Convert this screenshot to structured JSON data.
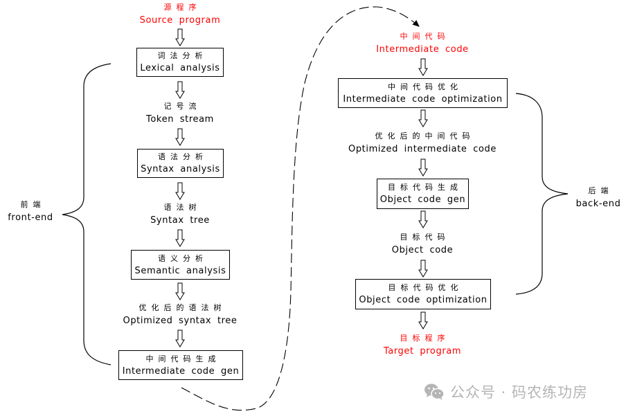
{
  "diagram": {
    "title": "Compiler phases: front-end and back-end",
    "colors": {
      "source_target": "#ff0000",
      "stroke": "#000000",
      "watermark": "#b5b5b5"
    },
    "front_end": {
      "source": {
        "zh": "源程序",
        "en": "Source program"
      },
      "steps": [
        {
          "type": "box",
          "zh": "词法分析",
          "en": "Lexical analysis"
        },
        {
          "type": "data",
          "zh": "记号流",
          "en": "Token stream"
        },
        {
          "type": "box",
          "zh": "语法分析",
          "en": "Syntax analysis"
        },
        {
          "type": "data",
          "zh": "语法树",
          "en": "Syntax tree"
        },
        {
          "type": "box",
          "zh": "语义分析",
          "en": "Semantic analysis"
        },
        {
          "type": "data",
          "zh": "优化后的语法树",
          "en": "Optimized syntax tree"
        },
        {
          "type": "box",
          "zh": "中间代码生成",
          "en": "Intermediate code gen"
        }
      ],
      "brace_label": {
        "zh": "前端",
        "en": "front-end"
      }
    },
    "back_end": {
      "input": {
        "zh": "中间代码",
        "en": "Intermediate code"
      },
      "steps": [
        {
          "type": "box",
          "zh": "中间代码优化",
          "en": "Intermediate code optimization"
        },
        {
          "type": "data",
          "zh": "优化后的中间代码",
          "en": "Optimized intermediate code"
        },
        {
          "type": "box",
          "zh": "目标代码生成",
          "en": "Object code gen"
        },
        {
          "type": "data",
          "zh": "目标代码",
          "en": "Object code"
        },
        {
          "type": "box",
          "zh": "目标代码优化",
          "en": "Object code optimization"
        }
      ],
      "target": {
        "zh": "目标程序",
        "en": "Target program"
      },
      "brace_label": {
        "zh": "后端",
        "en": "back-end"
      }
    },
    "connector": {
      "style": "dashed",
      "from": "Intermediate code gen",
      "to": "Intermediate code"
    }
  },
  "watermark": {
    "icon": "wechat-icon",
    "text": "公众号 · 码农练功房"
  }
}
